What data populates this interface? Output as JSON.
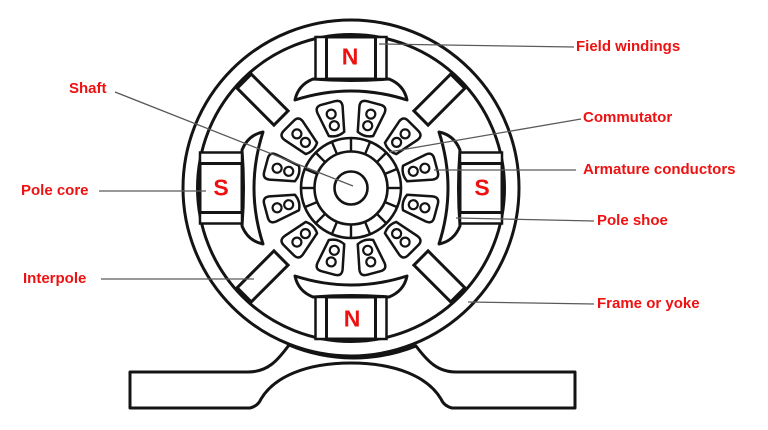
{
  "diagram": {
    "type": "dc-machine-cross-section",
    "labels": {
      "field_windings": "Field windings",
      "shaft": "Shaft",
      "commutator": "Commutator",
      "armature_conductors": "Armature conductors",
      "pole_core": "Pole core",
      "pole_shoe": "Pole shoe",
      "interpole": "Interpole",
      "frame_or_yoke": "Frame or yoke"
    },
    "poles": [
      {
        "label": "N",
        "position": "top"
      },
      {
        "label": "S",
        "position": "left"
      },
      {
        "label": "S",
        "position": "right"
      },
      {
        "label": "N",
        "position": "bottom"
      }
    ],
    "counts": {
      "main_poles": 4,
      "interpoles": 4,
      "armature_slots": 12,
      "conductors_per_slot": 2,
      "commutator_segments": 16
    },
    "colors": {
      "label_red": "#ee1111",
      "outline_black": "#141414",
      "leader_line_gray": "#5a5a5a",
      "background": "#ffffff"
    }
  }
}
